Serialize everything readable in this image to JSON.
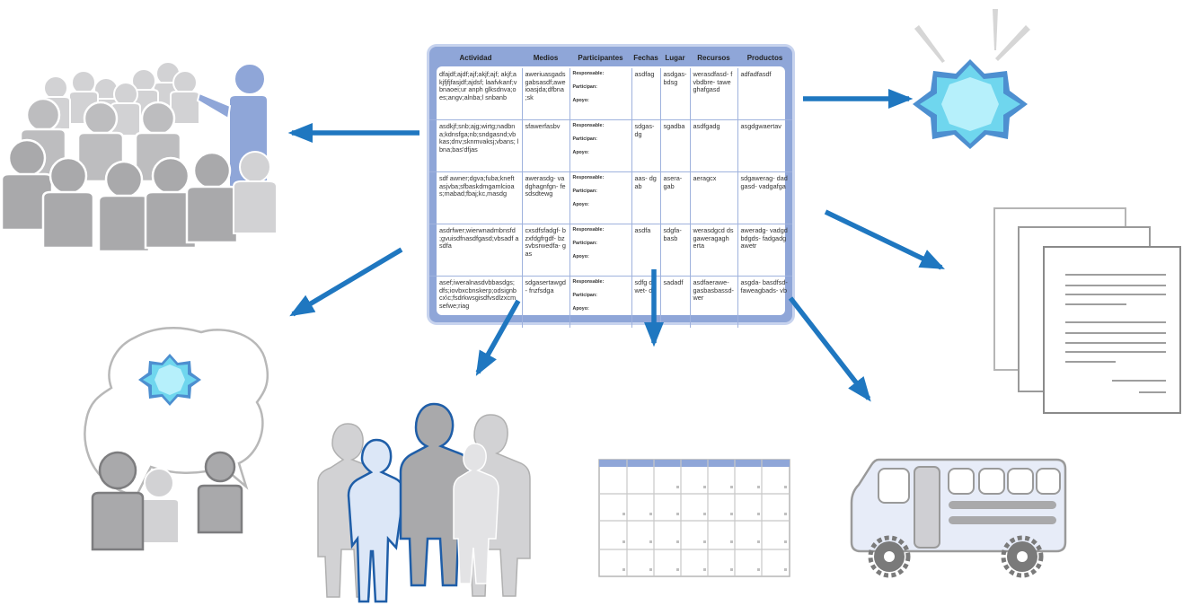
{
  "table": {
    "headers": [
      "Actividad",
      "Medios",
      "Participantes",
      "Fechas",
      "Lugar",
      "Recursos",
      "Productos"
    ],
    "roles": [
      "Responsable:",
      "Participan:",
      "Apoyo:"
    ],
    "rows": [
      [
        "dfajdf;ajdf;ajf;akjf;ajf; akjf;akjfjfjfasjdf;ajdsf; laafvkanf;vbnaoei;ur anph glksdnva;oes;angv;alnba;l snbanb",
        "aweriuasgads gabsasdf;awe ioasjda;dfbna ;sk",
        "",
        "asdfag",
        "asdgas- bdsg",
        "werasdfasd- fvbdbre- taweghafgasd",
        "adfadfasdf"
      ],
      [
        "asdkjf;snb;ajg;wirtg;nadbn a;kdnsfga;nb;sndgasnd;vb kas;dnv;sknmvaksj;vbans; lbna;bas'dfjas",
        "sfawerfasbv",
        "",
        "sdgas- dg",
        "sgadba",
        "asdfgadg",
        "asgdgwaertav"
      ],
      [
        "sdf awner;dgva;fuba;kneft asjvba;sfbaskdmgamlcioa s;mabad;fbaj;kc,masdg",
        "awerasdg- vadghagnfgn- fesdsdtewg",
        "",
        "aas- dgab",
        "asera- gab",
        "aeragcx",
        "sdgawerag- dadgasd- vadgafga"
      ],
      [
        "asdrfwer;wierwnadmbnsfd ;gvuisdfnasdfgasd;vbsadf asdfa",
        "cxsdfsfadgf- bzxfdgfrgdf- bzsvbsrwedfa- gas",
        "",
        "asdfa",
        "sdgfa- basb",
        "werasdgcd dsgaweragagh erta",
        "aweradg- vadgdbdgds- fadgadgawetr"
      ],
      [
        "asef;iweralnasdvbbasdgs; dfs;iovbxcbnskerp;odsignb cx\\c;fsdrkwsgisdfvsdlzxcm sefwe;riag",
        "sdgasertawgd- fnzfsdga",
        "",
        "sdfg dwet- dg",
        "sadadf",
        "asdfaerawe- gasbasbassd- wer",
        "asgda- basdfsd- faweagbads- vb"
      ]
    ]
  },
  "colors": {
    "accent_blue": "#1f77c0",
    "person_blue": "#8fa6d8",
    "gray_person": "#a9a9ab",
    "light_gray_person": "#d2d2d4",
    "star_cyan": "#6fd6ee",
    "star_center": "#b6f0fb",
    "star_blue": "#4d8fd0"
  },
  "icons": [
    "presentation-audience-icon",
    "idea-star-icon",
    "documents-icon",
    "discussion-bubble-icon",
    "family-group-icon",
    "calendar-grid-icon",
    "school-bus-icon"
  ]
}
